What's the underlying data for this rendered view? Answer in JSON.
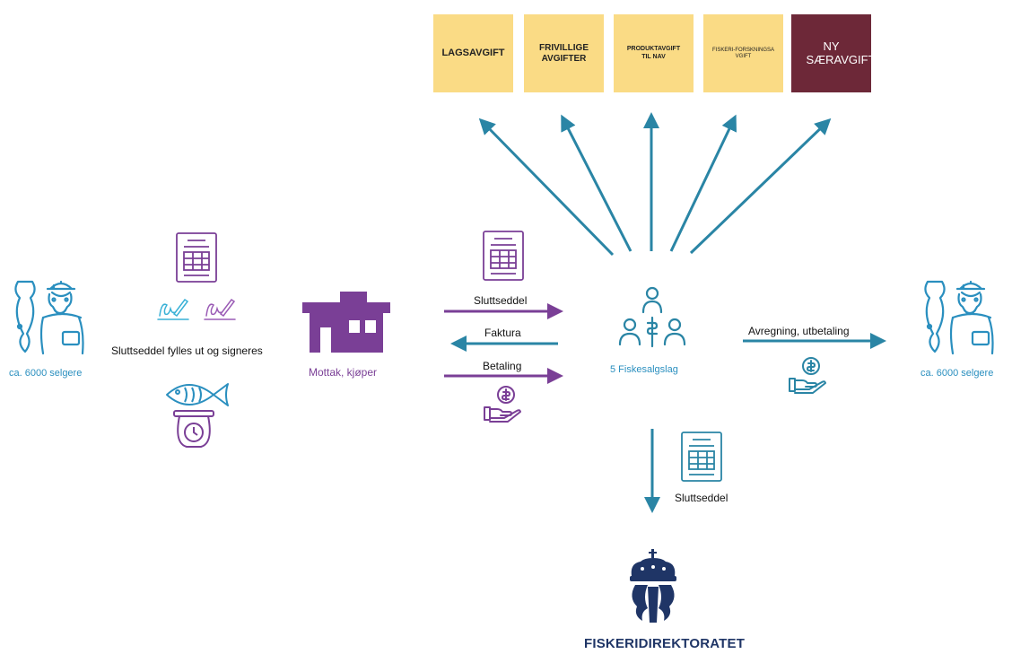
{
  "fees": [
    {
      "label": "LAGSAVGIFT"
    },
    {
      "label": "FRIVILLIGE AVGIFTER"
    },
    {
      "label": "PRODUKTAVGIFT TIL NAV"
    },
    {
      "label": "FISKERI-FORSKNINGSAVGIFT"
    },
    {
      "label": "NY SÆRAVGIFT"
    }
  ],
  "left_seller": {
    "label": "ca. 6000 selgere"
  },
  "right_seller": {
    "label": "ca. 6000 selgere"
  },
  "sign_step": {
    "label": "Sluttseddel fylles ut og signeres"
  },
  "buyer": {
    "label": "Mottak, kjøper"
  },
  "flows": {
    "sluttseddel": "Sluttseddel",
    "faktura": "Faktura",
    "betaling": "Betaling",
    "avregning": "Avregning, utbetaling",
    "down_sluttseddel": "Sluttseddel"
  },
  "hub": {
    "label": "5 Fiskesalgslag"
  },
  "authority": {
    "label": "FISKERIDIREKTORATET"
  },
  "colors": {
    "teal": "#2a85a5",
    "purple": "#7a3f96",
    "yellow": "#fadb85",
    "maroon": "#6d2838",
    "navy": "#1f3566",
    "sky": "#2a8fbf"
  }
}
